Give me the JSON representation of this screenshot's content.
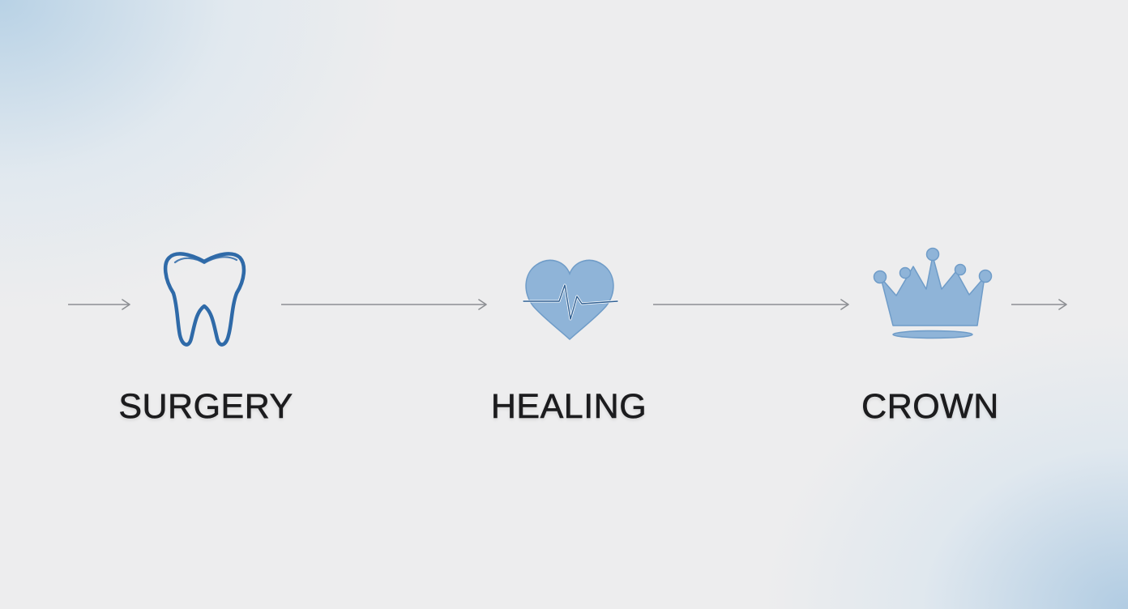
{
  "steps": [
    {
      "label": "SURGERY",
      "icon": "tooth-icon"
    },
    {
      "label": "HEALING",
      "icon": "heart-pulse-icon"
    },
    {
      "label": "CROWN",
      "icon": "crown-icon"
    }
  ],
  "colors": {
    "icon_stroke": "#2f6aa8",
    "icon_fill": "#8fb4d8",
    "arrow": "#8d8f93",
    "text": "#1c1c1e"
  }
}
